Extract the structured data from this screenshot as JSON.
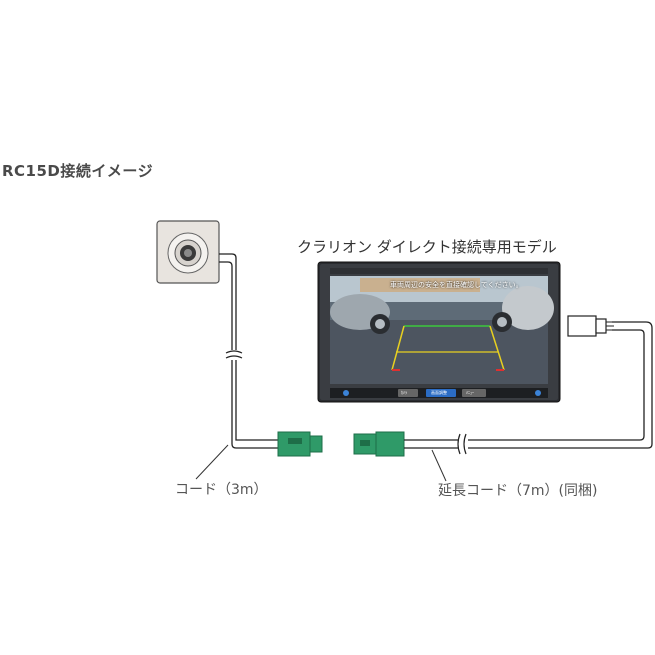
{
  "title": "RC15D接続イメージ",
  "model_label": "クラリオン ダイレクト接続専用モデル",
  "cord_label": "コード（3m）",
  "extension_cord_label": "延長コード（7m）(同梱)",
  "screen_message": "車両周辺の安全を直接確認してください。",
  "nav_buttons": [
    "ｶﾒﾗ",
    "画面調整",
    "ﾒﾆｭｰ"
  ],
  "colors": {
    "connector_green": "#2f9a68",
    "connector_dark": "#1e6e48",
    "cable": "#222222",
    "nav_button_blue": "#2b6cc4"
  },
  "icons": [
    "camera-icon",
    "navigation-unit-icon",
    "connector-icon"
  ]
}
